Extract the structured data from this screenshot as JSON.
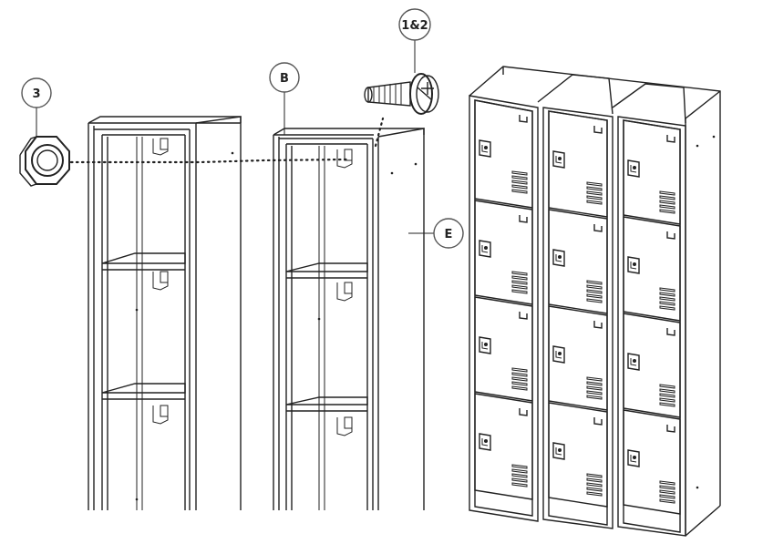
{
  "callouts": {
    "nut": "3",
    "bolt": "1&2",
    "top_frame": "B",
    "side_panel": "E"
  }
}
